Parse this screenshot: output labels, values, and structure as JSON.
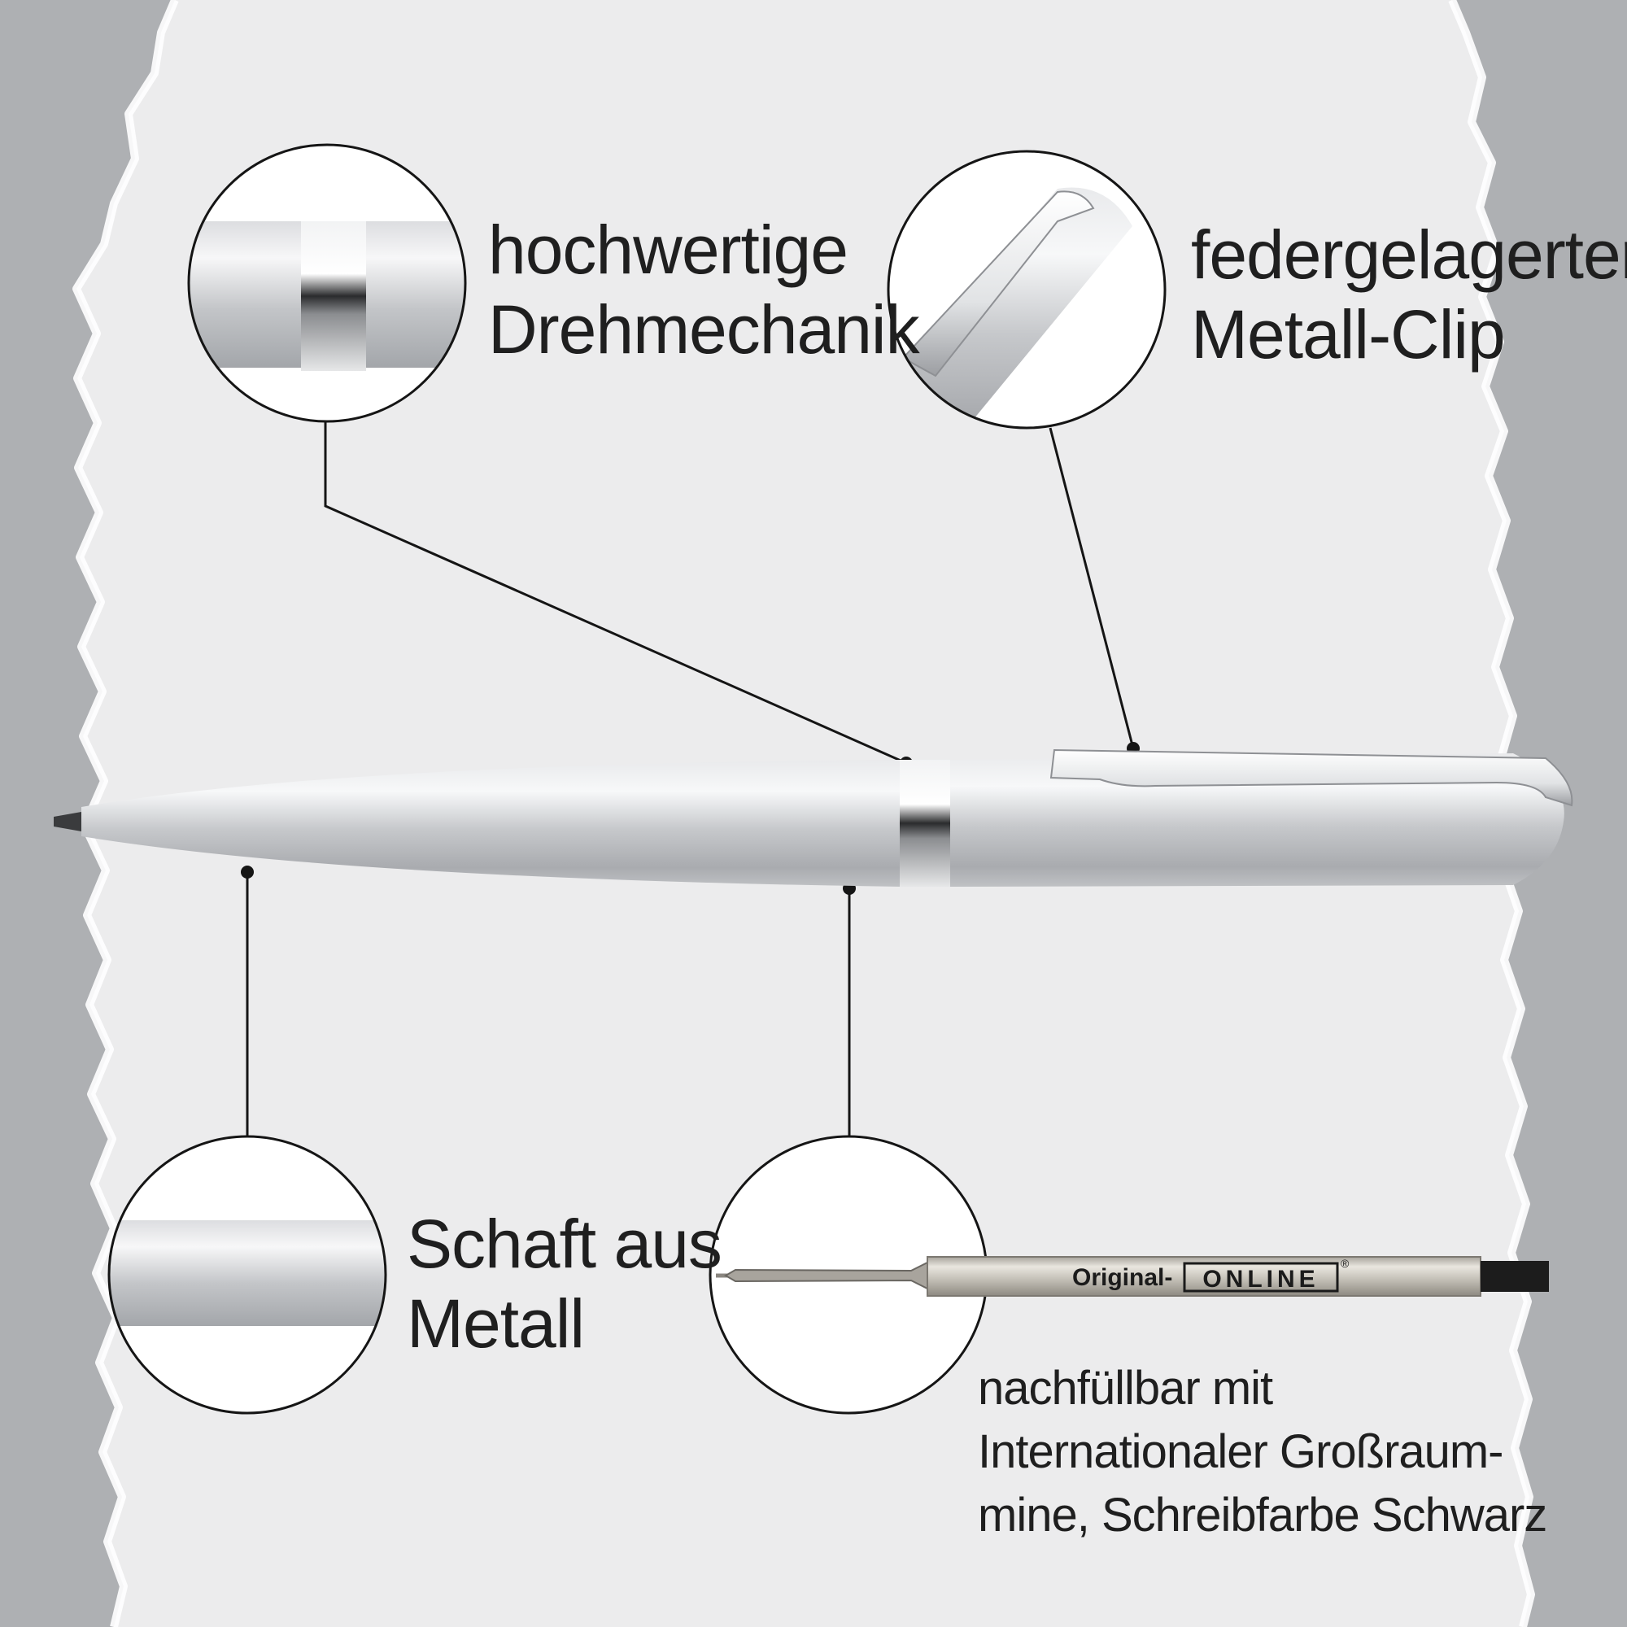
{
  "features": {
    "mechanism": {
      "lines": [
        "hochwertige",
        "Drehmechanik"
      ]
    },
    "clip": {
      "lines": [
        "federgelagerter",
        "Metall-Clip"
      ]
    },
    "shaft": {
      "lines": [
        "Schaft aus",
        "Metall"
      ]
    },
    "refill": {
      "lines": [
        "nachfüllbar mit",
        "Internationaler Großraum-",
        "mine, Schreibfarbe Schwarz"
      ]
    }
  },
  "refill_print": {
    "prefix": "Original-",
    "brand": "ONLINE",
    "mark": "®"
  },
  "colors": {
    "background": "#aeb0b3",
    "paper": "#ececed",
    "metal": "#c9cbce",
    "chrome": "#f4f5f6",
    "line": "#151515"
  },
  "icons": [
    "torn-paper",
    "ballpoint-pen",
    "zoom-circle"
  ]
}
